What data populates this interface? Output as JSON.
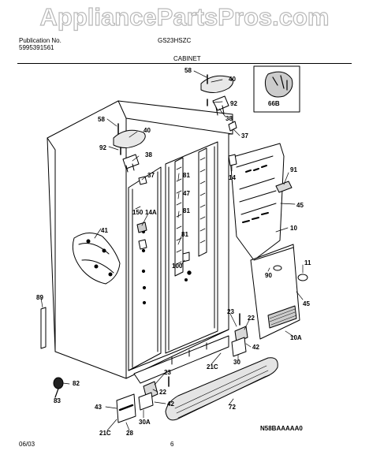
{
  "watermark": "AppliancePartsPros.com",
  "header": {
    "publication_label": "Publication No.",
    "publication_number": "5995391561",
    "model": "GS23HSZC",
    "section": "CABINET"
  },
  "callouts": [
    "58",
    "40",
    "92",
    "38",
    "58",
    "40",
    "92",
    "38",
    "37",
    "37",
    "81",
    "47",
    "81",
    "14",
    "91",
    "45",
    "150",
    "14A",
    "10",
    "41",
    "81",
    "100",
    "90",
    "11",
    "45",
    "89",
    "23",
    "22",
    "10A",
    "42",
    "21C",
    "30",
    "23",
    "82",
    "22",
    "83",
    "42",
    "72",
    "43",
    "30A",
    "28",
    "21C",
    "66B"
  ],
  "footer": {
    "date": "06/03",
    "page": "6",
    "diagram_code": "N58BAAAAA0"
  }
}
